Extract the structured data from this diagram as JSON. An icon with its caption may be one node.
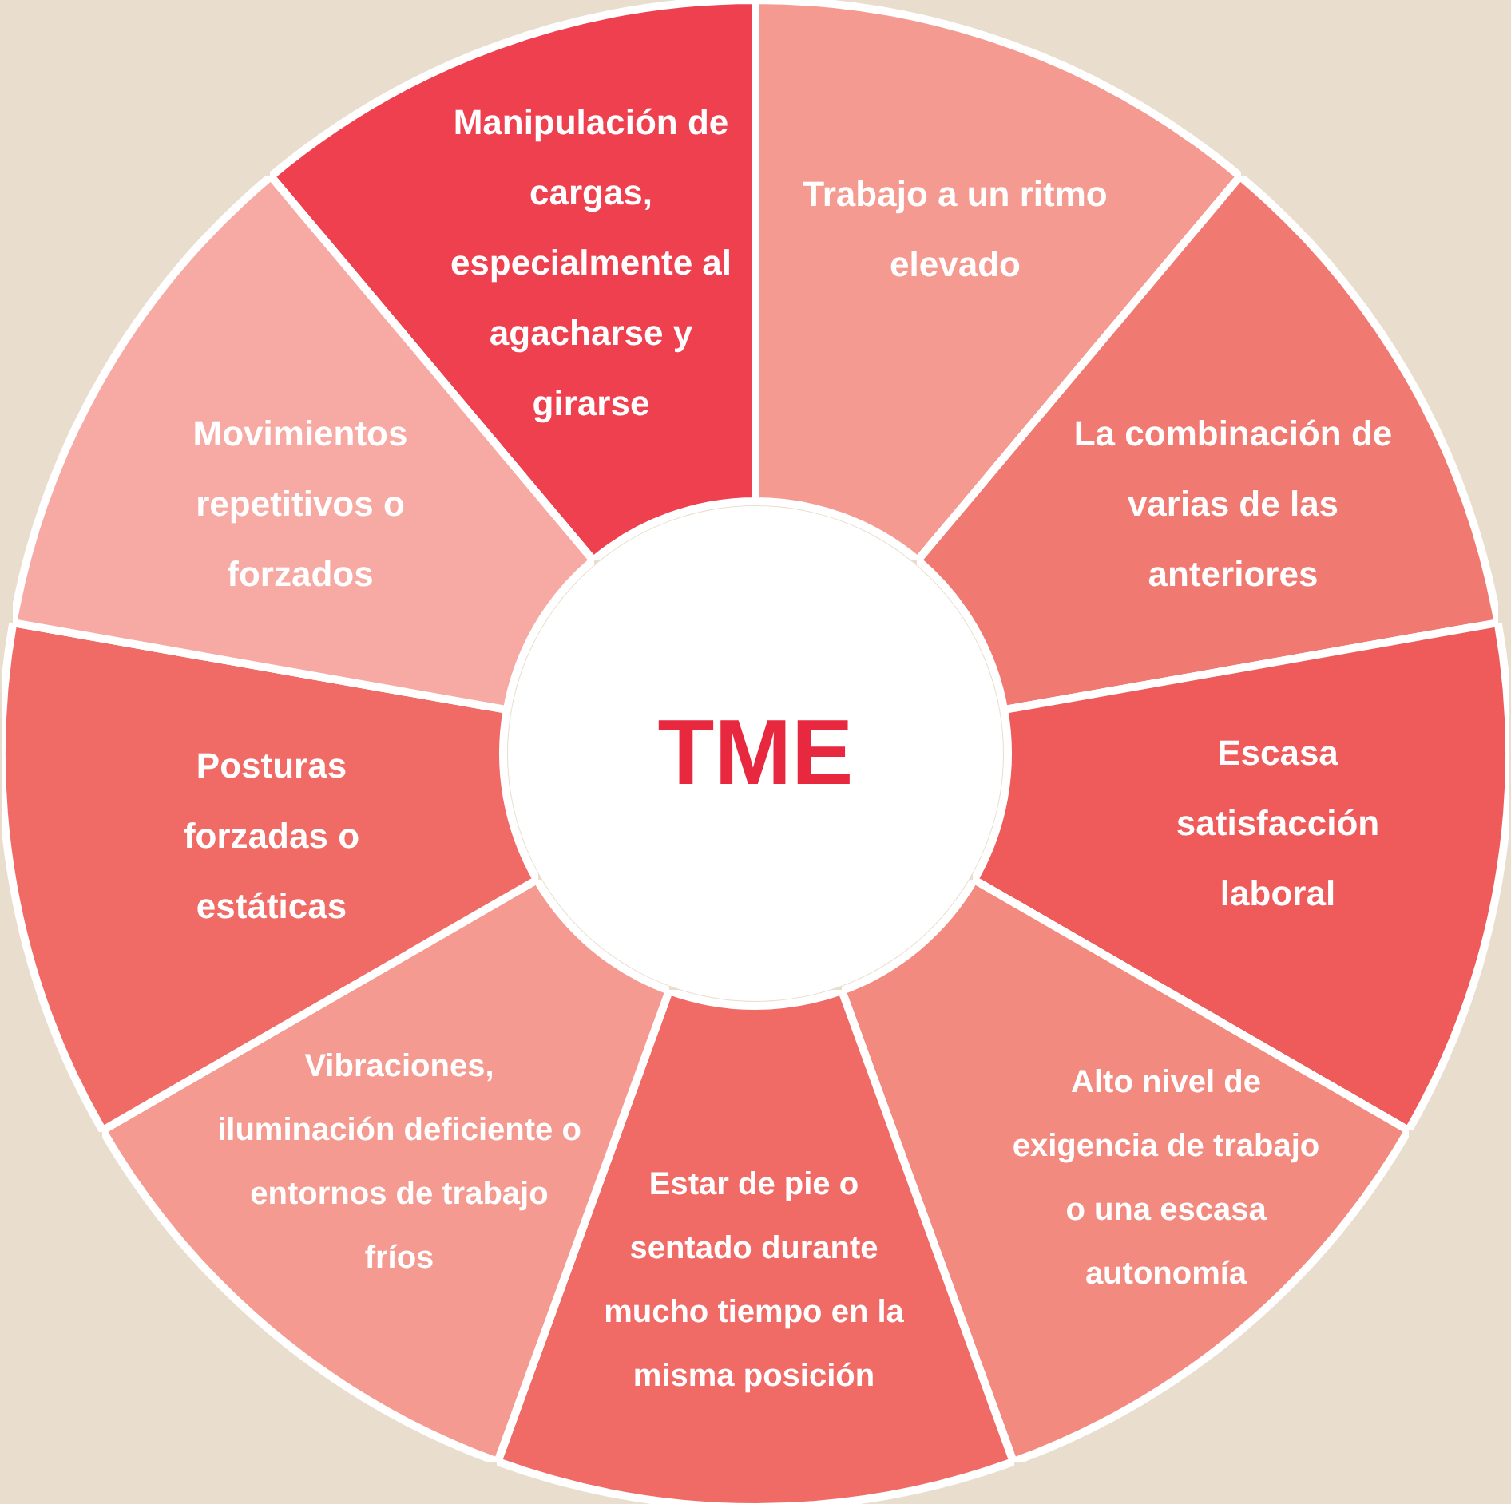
{
  "diagram": {
    "nodes": [
      {
        "text": [
          "TME"
        ]
      },
      {
        "text": [
          "Manipulación de cargas, especialmente al agacharse y girarse"
        ]
      },
      {
        "text": [
          "Trabajo a un ritmo elevado"
        ]
      },
      {
        "text": [
          "La combinación de varias de las anteriores"
        ]
      },
      {
        "text": [
          "Escasa satisfacción laboral"
        ]
      },
      {
        "text": [
          "Alto nivel de exigencia de trabajo o una escasa autonomía"
        ]
      },
      {
        "text": [
          "Estar de pie o sentado durante mucho tiempo en la misma posición"
        ]
      },
      {
        "text": [
          "Vibraciones, iluminación deficiente o entornos de trabajo fríos"
        ]
      },
      {
        "text": [
          "Posturas forzadas o estáticas"
        ]
      },
      {
        "text": [
          "Movimientos repetitivos o forzados"
        ]
      }
    ]
  }
}
